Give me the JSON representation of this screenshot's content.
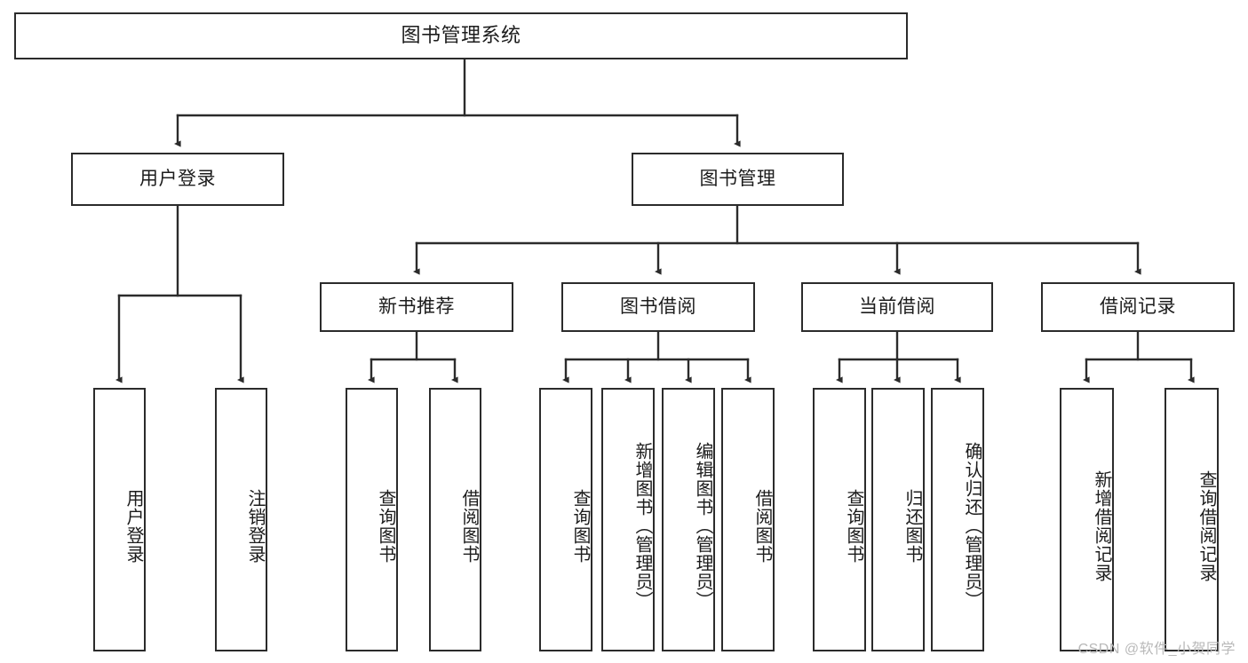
{
  "diagram": {
    "title": "图书管理系统",
    "type": "tree-hierarchy",
    "watermark": "CSDN @软件_小贺同学",
    "colors": {
      "box_border": "#2b2b2b",
      "box_fill": "#ffffff",
      "text": "#1c1c1c",
      "edge": "#2b2b2b",
      "watermark": "#b9b9b9",
      "background": "#ffffff"
    },
    "root": {
      "label": "图书管理系统"
    },
    "level2": [
      {
        "label": "用户登录"
      },
      {
        "label": "图书管理"
      }
    ],
    "level3": [
      {
        "label": "新书推荐"
      },
      {
        "label": "图书借阅"
      },
      {
        "label": "当前借阅"
      },
      {
        "label": "借阅记录"
      }
    ],
    "leaves": {
      "user_login": [
        {
          "label": "用户登录"
        },
        {
          "label": "注销登录"
        }
      ],
      "new_book_recommend": [
        {
          "label": "查询图书"
        },
        {
          "label": "借阅图书"
        }
      ],
      "book_borrow": [
        {
          "label": "查询图书"
        },
        {
          "label": "新增图书（管理员）"
        },
        {
          "label": "编辑图书（管理员）"
        },
        {
          "label": "借阅图书"
        }
      ],
      "current_borrow": [
        {
          "label": "查询图书"
        },
        {
          "label": "归还图书"
        },
        {
          "label": "确认归还（管理员）"
        }
      ],
      "borrow_record": [
        {
          "label": "新增借阅记录"
        },
        {
          "label": "查询借阅记录"
        }
      ]
    }
  }
}
